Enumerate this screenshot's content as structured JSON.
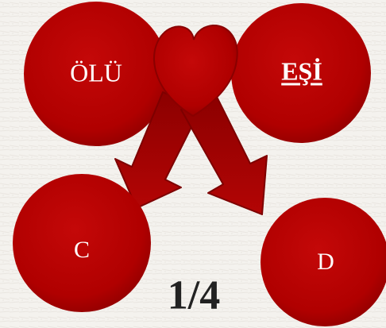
{
  "diagram": {
    "nodes": {
      "deceased": {
        "label": "ÖLÜ"
      },
      "spouse": {
        "label": "EŞİ"
      },
      "child_c": {
        "label": "C"
      },
      "child_d": {
        "label": "D"
      }
    },
    "share": "1/4"
  },
  "colors": {
    "node_fill": "#b00000",
    "node_edge": "#8a0000",
    "heart_fill": "#b00000",
    "arrow_fill": "#a00000",
    "background": "#f4f2ee",
    "label_text": "#ffffff",
    "share_text": "#222222"
  },
  "icons": {
    "heart": "heart-icon",
    "arrow": "arrow-down-icon"
  }
}
